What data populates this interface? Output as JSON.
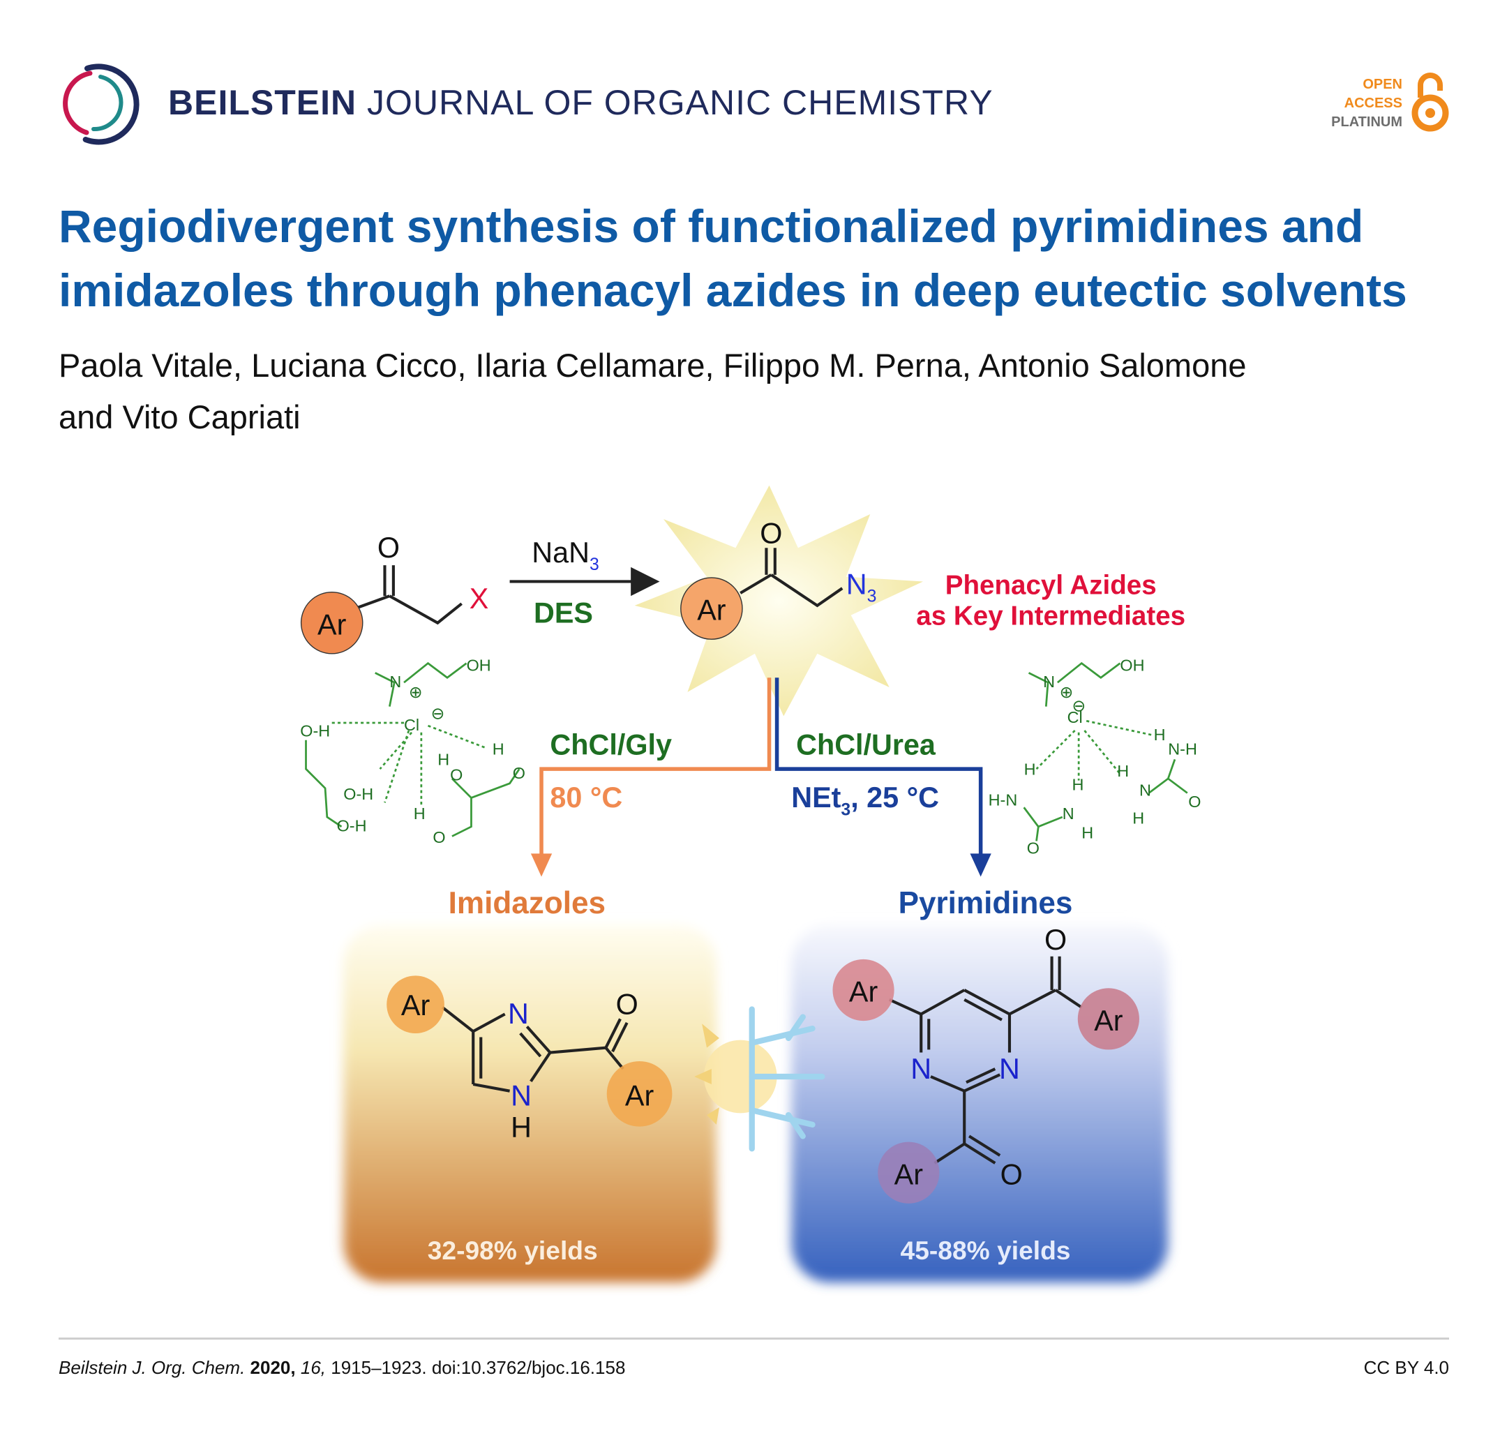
{
  "header": {
    "journal_bold": "BEILSTEIN",
    "journal_rest": "JOURNAL OF ORGANIC CHEMISTRY",
    "badge": {
      "line1": "OPEN",
      "line2": "ACCESS",
      "line3": "PLATINUM"
    }
  },
  "article": {
    "title": "Regiodivergent synthesis of functionalized pyrimidines and imidazoles through phenacyl azides in deep eutectic solvents",
    "authors_line1": "Paola Vitale, Luciana Cicco, Ilaria Cellamare, Filippo M. Perna, Antonio Salomone",
    "authors_line2": "and Vito Capriati"
  },
  "figure": {
    "reagent": "NaN",
    "reagent_sub": "3",
    "solvent": "DES",
    "atom_ar": "Ar",
    "atom_o": "O",
    "atom_n": "N",
    "atom_h": "H",
    "atom_x": "X",
    "azide": "N",
    "azide_sub": "3",
    "highlight_line1": "Phenacyl Azides",
    "highlight_line2": "as Key Intermediates",
    "left_des": "ChCl/Gly",
    "left_conditions": "80 °C",
    "right_des": "ChCl/Urea",
    "right_conditions_pre": "NEt",
    "right_conditions_sub": "3",
    "right_conditions_post": ", 25 °C",
    "left_product": "Imidazoles",
    "right_product": "Pyrimidines",
    "left_yield": "32-98% yields",
    "right_yield": "45-88% yields",
    "des_labels": {
      "oh": "OH",
      "cl": "Cl",
      "oh_bond": "O-H",
      "hn": "H-N",
      "nh": "N-H",
      "plus": "⊕",
      "minus": "⊖"
    }
  },
  "colors": {
    "title": "#0f5aa5",
    "journal": "#1f2a5c",
    "orange": "#f08a50",
    "blue": "#1a3f9a",
    "green": "#1e6e22",
    "red": "#e0103a"
  },
  "footer": {
    "journal_abbrev": "Beilstein J. Org. Chem.",
    "year": "2020,",
    "volume": "16,",
    "pages_doi": "1915–1923. doi:10.3762/bjoc.16.158",
    "license": "CC BY 4.0"
  }
}
